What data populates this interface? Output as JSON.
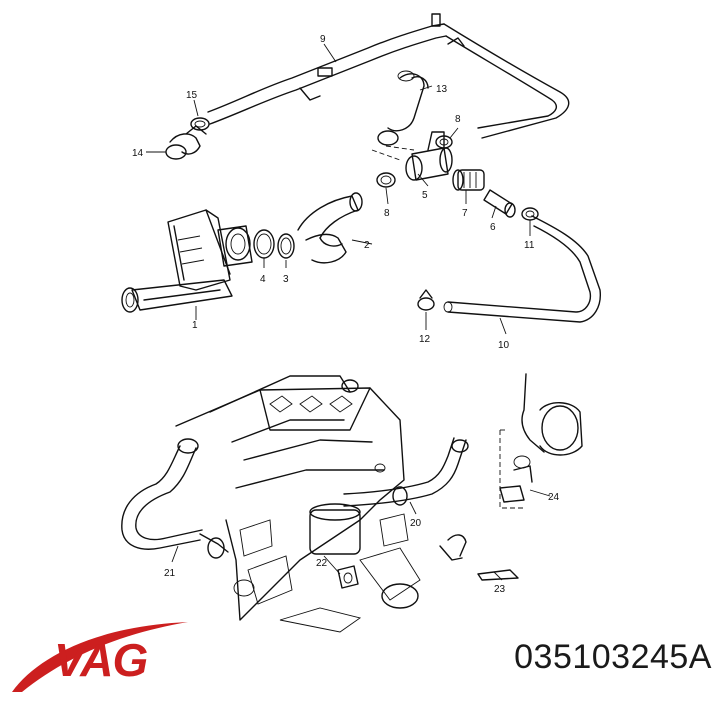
{
  "callouts": {
    "c1": "1",
    "c2": "2",
    "c3": "3",
    "c4": "4",
    "c5": "5",
    "c6": "6",
    "c7": "7",
    "c8a": "8",
    "c8b": "8",
    "c9": "9",
    "c10": "10",
    "c11": "11",
    "c12": "12",
    "c13": "13",
    "c14": "14",
    "c15": "15",
    "c20": "20",
    "c21": "21",
    "c22": "22",
    "c23": "23",
    "c24": "24"
  },
  "brand": {
    "logo_text": "VAG",
    "logo_color": "#cc1f1f"
  },
  "part_number": "035103245A"
}
